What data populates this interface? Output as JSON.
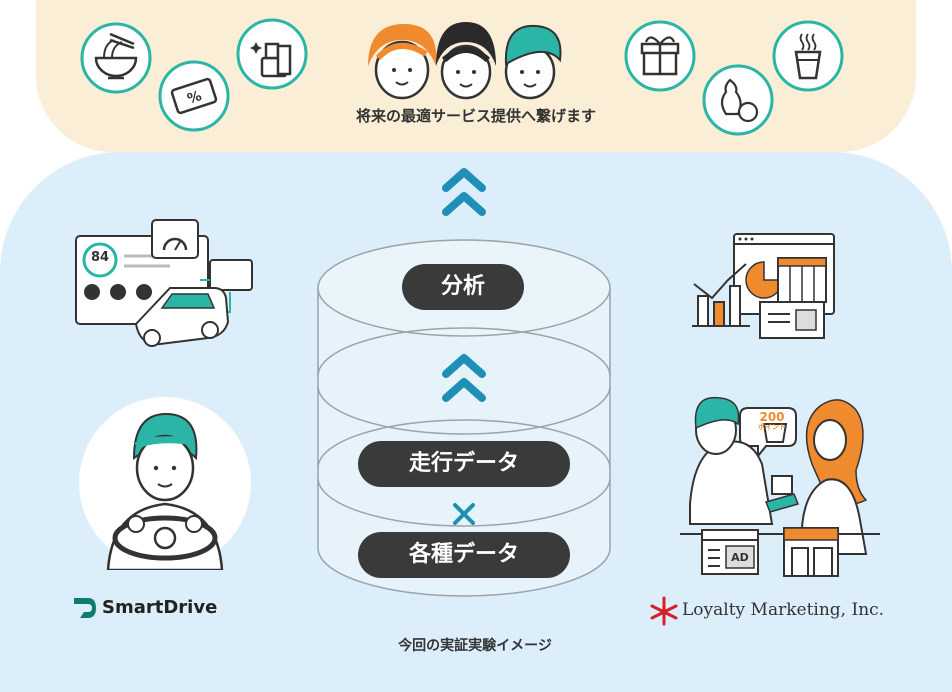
{
  "top_caption": "将来の最適サービス提供へ繋げます",
  "layers": {
    "analysis": "分析",
    "driving_data": "走行データ",
    "cross_symbol": "×",
    "various_data": "各種データ"
  },
  "bottom_caption": "今回の実証実験イメージ",
  "smartdrive": {
    "logo_text": "SmartDrive"
  },
  "loyalty": {
    "logo_text": "Loyalty Marketing, Inc."
  },
  "dashboard": {
    "score": "84"
  },
  "speech_bubble": {
    "points_number": "200",
    "points_label": "ポイント"
  },
  "ad_sign": {
    "label": "AD"
  },
  "colors": {
    "teal": "#2bb5a6",
    "orange": "#ef8a2e",
    "dark": "#3a3a3a",
    "top_bg": "#fbeed6",
    "bottom_bg": "#dbeef9",
    "arrow": "#1f8fb6"
  }
}
